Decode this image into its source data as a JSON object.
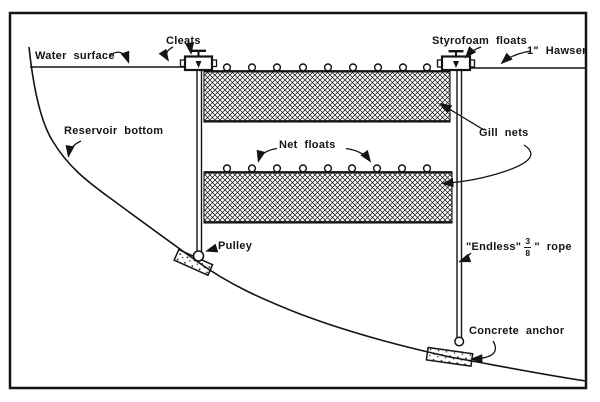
{
  "figure": {
    "description": "Cross-section diagram of vertically suspended gill nets in a reservoir",
    "colors": {
      "ink": "#141414",
      "paper": "#ffffff"
    },
    "labels": {
      "water_surface": "Water surface",
      "cleats": "Cleats",
      "styrofoam_floats": "Styrofoam floats",
      "hawser": "1\" Hawser",
      "reservoir_bottom": "Reservoir bottom",
      "gill_nets": "Gill nets",
      "net_floats": "Net floats",
      "pulley": "Pulley",
      "endless_rope": {
        "prefix": "\"Endless\"",
        "fraction_numerator": "3",
        "fraction_denominator": "8",
        "suffix": "\" rope"
      },
      "concrete_anchor": "Concrete anchor"
    }
  }
}
